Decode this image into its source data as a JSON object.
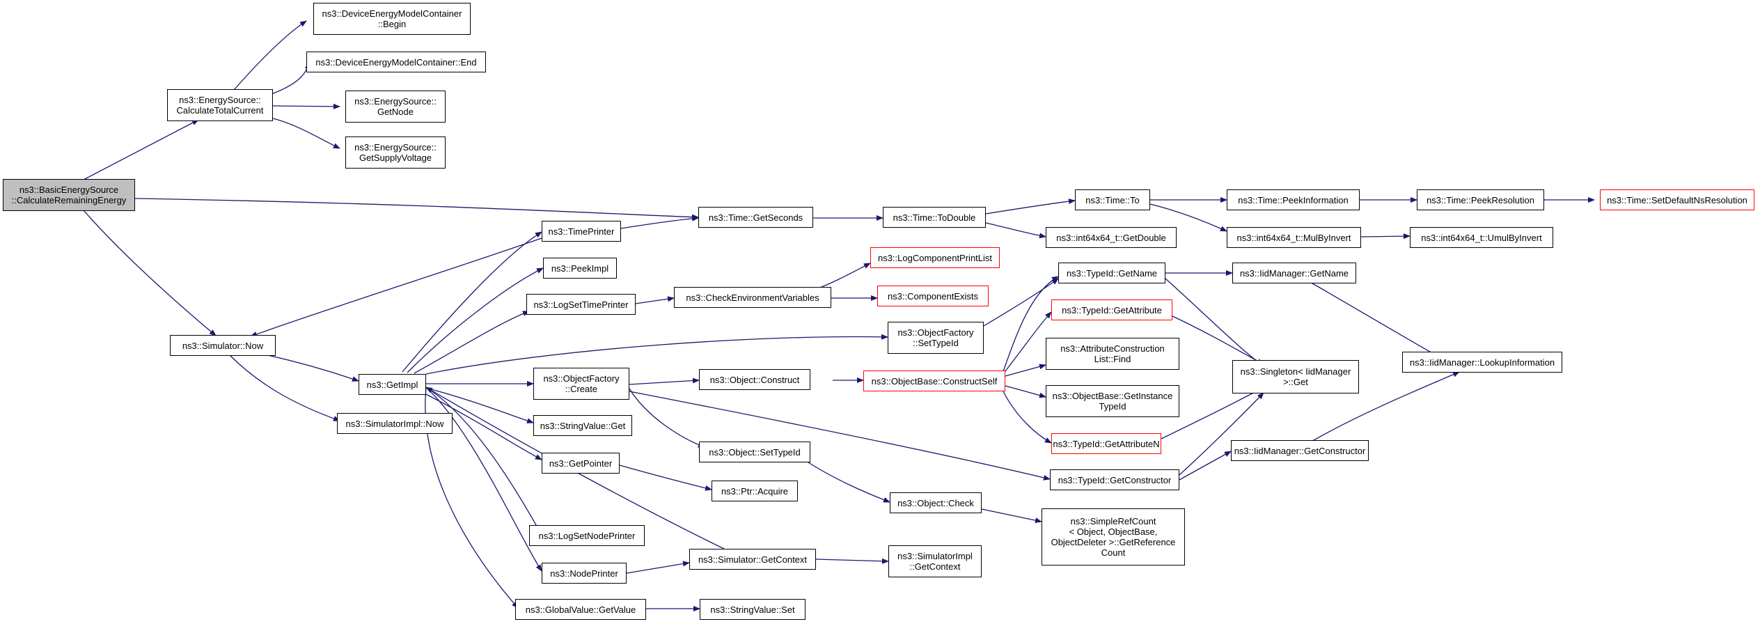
{
  "nodes": {
    "basic_energy_source": "ns3::BasicEnergySource\n::CalculateRemainingEnergy",
    "calc_total_current": "ns3::EnergySource::\nCalculateTotalCurrent",
    "demc_begin": "ns3::DeviceEnergyModelContainer\n::Begin",
    "demc_end": "ns3::DeviceEnergyModelContainer::End",
    "es_getnode": "ns3::EnergySource::\nGetNode",
    "es_getsupplyvoltage": "ns3::EnergySource::\nGetSupplyVoltage",
    "time_getseconds": "ns3::Time::GetSeconds",
    "time_todouble": "ns3::Time::ToDouble",
    "time_to": "ns3::Time::To",
    "time_peekinformation": "ns3::Time::PeekInformation",
    "time_peekresolution": "ns3::Time::PeekResolution",
    "time_setdefaultnsresolution": "ns3::Time::SetDefaultNsResolution",
    "int64_getdouble": "ns3::int64x64_t::GetDouble",
    "int64_mulbyinvert": "ns3::int64x64_t::MulByInvert",
    "int64_umulbyinvert": "ns3::int64x64_t::UmulByInvert",
    "timeprinter": "ns3::TimePrinter",
    "peekimpl": "ns3::PeekImpl",
    "logsettimeprinter": "ns3::LogSetTimePrinter",
    "checkenvvars": "ns3::CheckEnvironmentVariables",
    "logcomponentprintlist": "ns3::LogComponentPrintList",
    "componentexists": "ns3::ComponentExists",
    "simulator_now": "ns3::Simulator::Now",
    "getimpl": "ns3::GetImpl",
    "simulatorimpl_now": "ns3::SimulatorImpl::Now",
    "objectfactory_settypeid": "ns3::ObjectFactory\n::SetTypeId",
    "typeid_getname": "ns3::TypeId::GetName",
    "typeid_getattribute": "ns3::TypeId::GetAttribute",
    "iidmanager_getname": "ns3::IidManager::GetName",
    "iidmanager_lookupinformation": "ns3::IidManager::LookupInformation",
    "attributeconstructionlist_find": "ns3::AttributeConstruction\nList::Find",
    "singleton_get": "ns3::Singleton< IidManager\n>::Get",
    "objectfactory_create": "ns3::ObjectFactory\n::Create",
    "object_construct": "ns3::Object::Construct",
    "objectbase_constructself": "ns3::ObjectBase::ConstructSelf",
    "objectbase_getinstancetypeid": "ns3::ObjectBase::GetInstance\nTypeId",
    "typeid_getattributen": "ns3::TypeId::GetAttributeN",
    "stringvalue_get": "ns3::StringValue::Get",
    "getpointer": "ns3::GetPointer",
    "object_settypeid": "ns3::Object::SetTypeId",
    "ptr_acquire": "ns3::Ptr::Acquire",
    "typeid_getconstructor": "ns3::TypeId::GetConstructor",
    "iidmanager_getconstructor": "ns3::IidManager::GetConstructor",
    "object_check": "ns3::Object::Check",
    "simplerefcount": "ns3::SimpleRefCount\n< Object, ObjectBase,\nObjectDeleter >::GetReference\nCount",
    "logsetnodeprinter": "ns3::LogSetNodePrinter",
    "nodeprinter": "ns3::NodePrinter",
    "simulator_getcontext": "ns3::Simulator::GetContext",
    "simulatorimpl_getcontext": "ns3::SimulatorImpl\n::GetContext",
    "globalvalue_getvalue": "ns3::GlobalValue::GetValue",
    "stringvalue_set": "ns3::StringValue::Set"
  },
  "colors": {
    "edge": "#191970",
    "border": "#000000",
    "border_truncated": "#ff0000",
    "root_fill": "#bfbfbf"
  }
}
